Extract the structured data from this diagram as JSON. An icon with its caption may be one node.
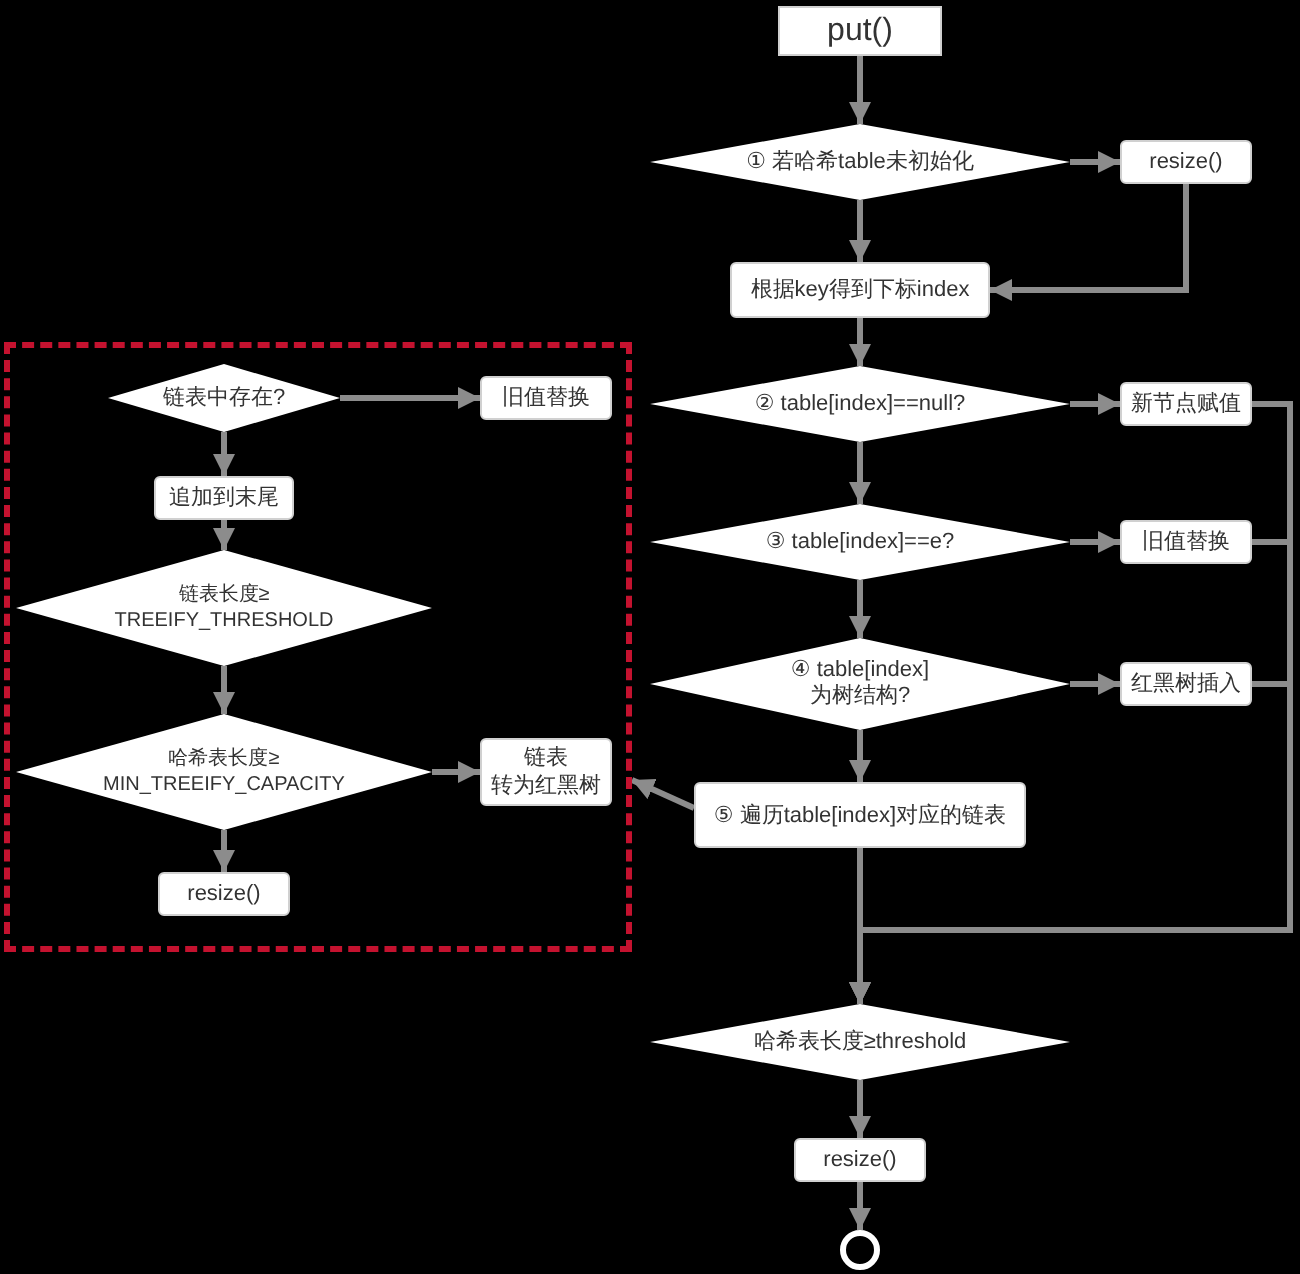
{
  "diagram": {
    "nodes": [
      {
        "text": [
          "put()"
        ]
      },
      {
        "text": [
          "① 若哈希table未初始化"
        ]
      },
      {
        "text": [
          "resize()"
        ]
      },
      {
        "text": [
          "根据key得到下标index"
        ]
      },
      {
        "text": [
          "② table[index]==null?"
        ]
      },
      {
        "text": [
          "新节点赋值"
        ]
      },
      {
        "text": [
          "③ table[index]==e?"
        ]
      },
      {
        "text": [
          "旧值替换"
        ]
      },
      {
        "text": [
          "④ table[index]为树结构?"
        ]
      },
      {
        "text": [
          "红黑树插入"
        ]
      },
      {
        "text": [
          "⑤ 遍历table[index]对应的链表"
        ]
      },
      {
        "text": [],
        "shape": "box"
      },
      {
        "text": [
          "链表中存在?"
        ],
        "in": 11
      },
      {
        "text": [
          "旧值替换"
        ],
        "in": 11
      },
      {
        "text": [
          "追加到末尾"
        ],
        "in": 11
      },
      {
        "text": [
          "链表长度≥TREEIFY_THRESHOLD"
        ],
        "in": 11
      },
      {
        "text": [
          "哈希表长度≥MIN_TREEIFY_CAPACITY"
        ],
        "in": 11
      },
      {
        "text": [
          "链表转为红黑树"
        ],
        "in": 11
      },
      {
        "text": [
          "resize()"
        ],
        "in": 11
      },
      {
        "text": [
          "哈希表长度≥threshold"
        ]
      },
      {
        "text": [
          "resize()"
        ]
      },
      {
        "text": [],
        "shape": "circle"
      }
    ],
    "edges": [
      {
        "from": 0,
        "to": 1,
        "arrow": "to"
      },
      {
        "from": 1,
        "to": 2,
        "arrow": "to"
      },
      {
        "from": 2,
        "to": 3,
        "arrow": "to"
      },
      {
        "from": 1,
        "to": 3,
        "arrow": "to"
      },
      {
        "from": 3,
        "to": 4,
        "arrow": "to"
      },
      {
        "from": 4,
        "to": 5,
        "arrow": "to"
      },
      {
        "from": 4,
        "to": 6,
        "arrow": "to"
      },
      {
        "from": 6,
        "to": 7,
        "arrow": "to"
      },
      {
        "from": 6,
        "to": 8,
        "arrow": "to"
      },
      {
        "from": 8,
        "to": 9,
        "arrow": "to"
      },
      {
        "from": 8,
        "to": 10,
        "arrow": "to"
      },
      {
        "from": 10,
        "to": 11,
        "arrow": "to"
      },
      {
        "from": 10,
        "to": 19,
        "arrow": "to"
      },
      {
        "from": 5,
        "to": 19,
        "arrow": "to"
      },
      {
        "from": 7,
        "to": 19,
        "arrow": "to"
      },
      {
        "from": 9,
        "to": 19,
        "arrow": "to"
      },
      {
        "from": 12,
        "to": 13,
        "arrow": "to"
      },
      {
        "from": 12,
        "to": 14,
        "arrow": "to"
      },
      {
        "from": 14,
        "to": 15,
        "arrow": "to"
      },
      {
        "from": 15,
        "to": 16,
        "arrow": "to"
      },
      {
        "from": 16,
        "to": 17,
        "arrow": "to"
      },
      {
        "from": 16,
        "to": 18,
        "arrow": "to"
      },
      {
        "from": 19,
        "to": 20,
        "arrow": "to"
      },
      {
        "from": 20,
        "to": 21,
        "arrow": "to"
      }
    ]
  }
}
